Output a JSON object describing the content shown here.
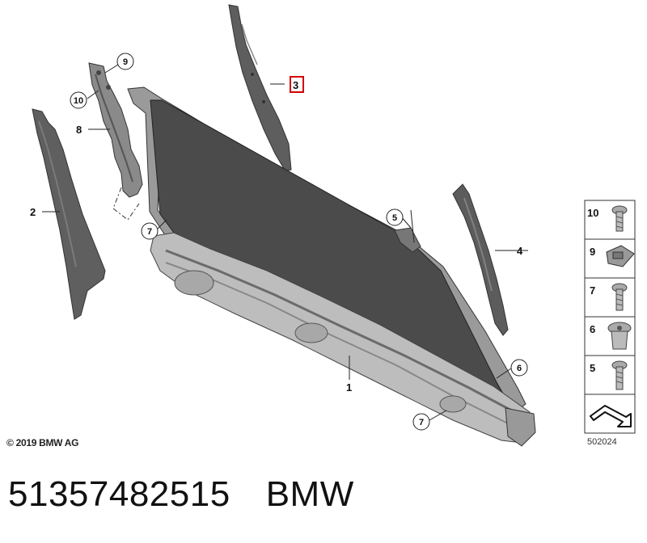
{
  "copyright": "© 2019 BMW AG",
  "diagram_id": "502024",
  "part_number": "51357482515",
  "brand": "BMW",
  "highlight_color": "#d40000",
  "callouts": {
    "c1": "1",
    "c2": "2",
    "c3": "3",
    "c4": "4",
    "c5": "5",
    "c6": "6",
    "c7a": "7",
    "c7b": "7",
    "c8": "8",
    "c9": "9",
    "c10": "10"
  },
  "legend": {
    "items": [
      {
        "number": "10",
        "icon": "screw-icon"
      },
      {
        "number": "9",
        "icon": "clip-nut-icon"
      },
      {
        "number": "7",
        "icon": "screw-icon"
      },
      {
        "number": "6",
        "icon": "expanding-nut-icon"
      },
      {
        "number": "5",
        "icon": "screw-icon"
      }
    ],
    "last_icon": "arrow-direction-icon"
  }
}
